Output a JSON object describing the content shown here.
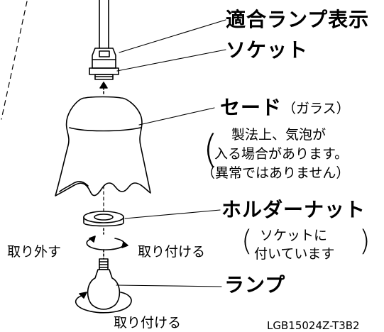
{
  "labels": {
    "compatible_lamp": "適合ランプ表示",
    "socket": "ソケット",
    "shade": "セード",
    "shade_sub": "（ガラス）",
    "shade_note_1": "製法上、気泡が",
    "shade_note_2": "入る場合があります。",
    "shade_note_3": "（異常ではありません）",
    "holder_nut": "ホルダーナット",
    "holder_note_1": "ソケットに",
    "holder_note_2": "付いています",
    "remove": "取り外す",
    "attach_holder": "取り付ける",
    "lamp": "ランプ",
    "attach_lamp": "取り付ける",
    "model_code": "LGB15024Z-T3B2"
  }
}
